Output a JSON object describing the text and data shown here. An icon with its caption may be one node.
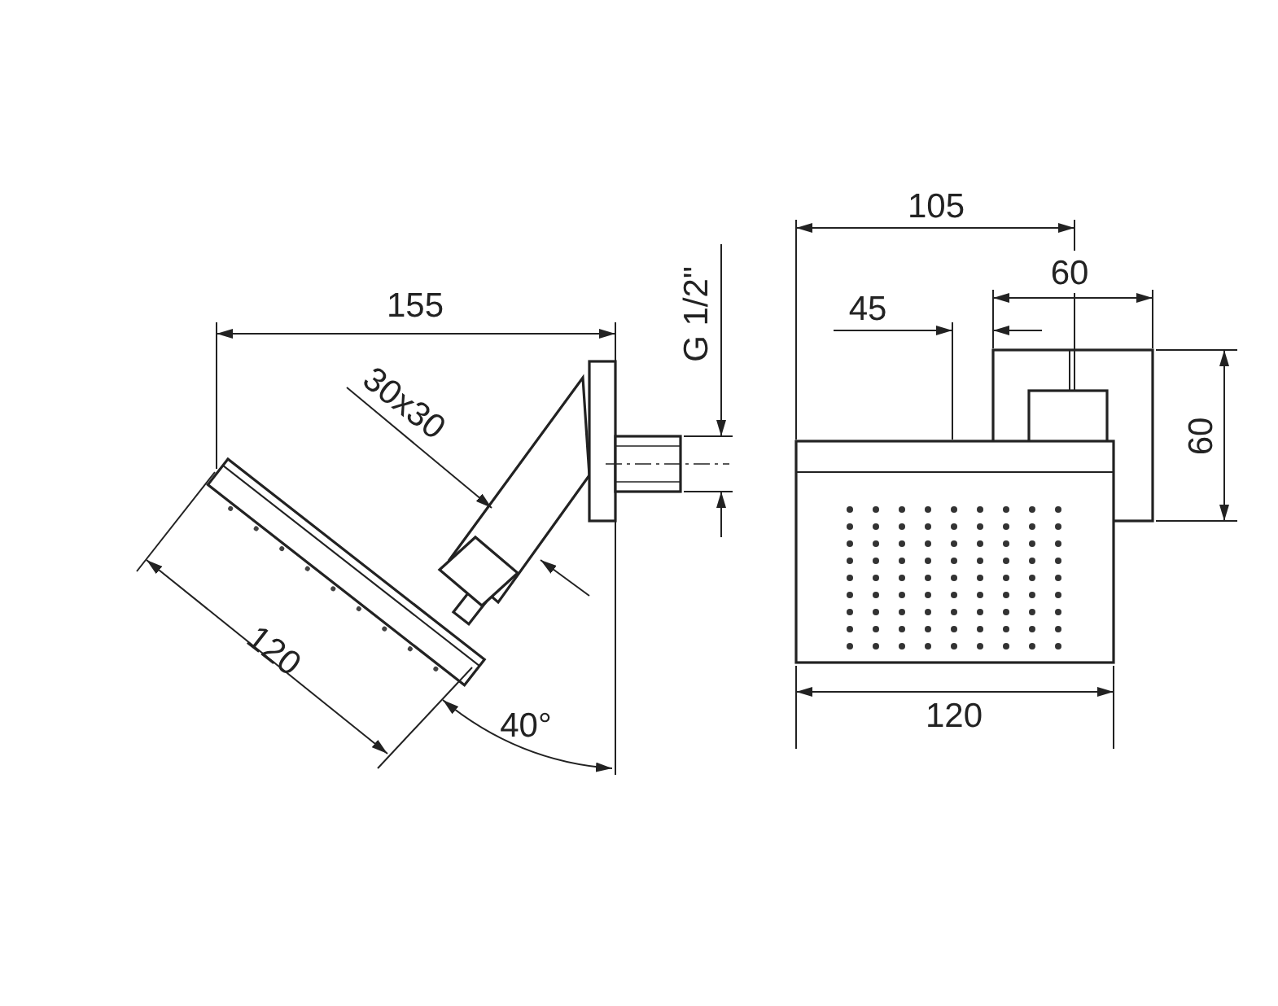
{
  "diagram": {
    "labels": [
      "155",
      "30x30",
      "G 1/2\"",
      "120",
      "40°",
      "105",
      "60",
      "45",
      "60",
      "120"
    ]
  }
}
